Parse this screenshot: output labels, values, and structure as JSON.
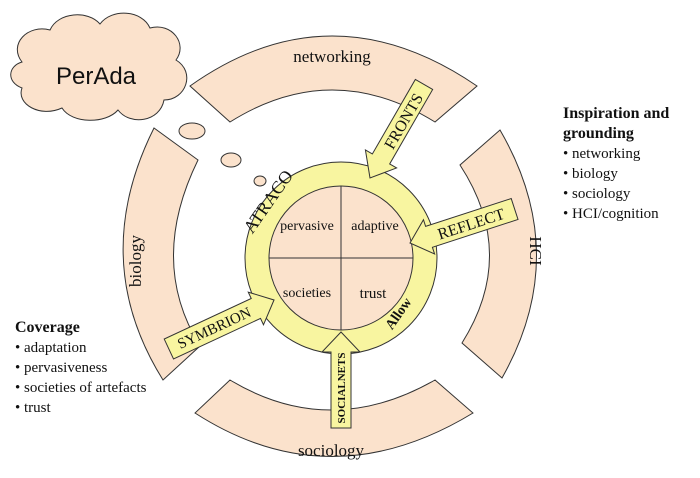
{
  "cloud": {
    "label": "PerAda"
  },
  "outer_ring": {
    "top": "networking",
    "left": "biology",
    "right": "HCI",
    "bottom": "sociology"
  },
  "inner_ring": {
    "labels": [
      "ATRACO",
      "Allow"
    ],
    "quadrants": [
      "pervasive",
      "adaptive",
      "societies",
      "trust"
    ]
  },
  "arrows": [
    "FRONTS",
    "REFLECT",
    "SYMBRION",
    "SOCIALNETS"
  ],
  "inspiration": {
    "heading": [
      "Inspiration and",
      "grounding"
    ],
    "items": [
      "networking",
      "biology",
      "sociology",
      "HCI/cognition"
    ]
  },
  "coverage": {
    "heading": "Coverage",
    "items": [
      "adaptation",
      "pervasiveness",
      "societies of artefacts",
      "trust"
    ]
  },
  "colors": {
    "peach": "#fbe2cc",
    "yellow": "#f8f5a0",
    "circle_fill": "#fbe2cc",
    "stroke": "#333333"
  }
}
